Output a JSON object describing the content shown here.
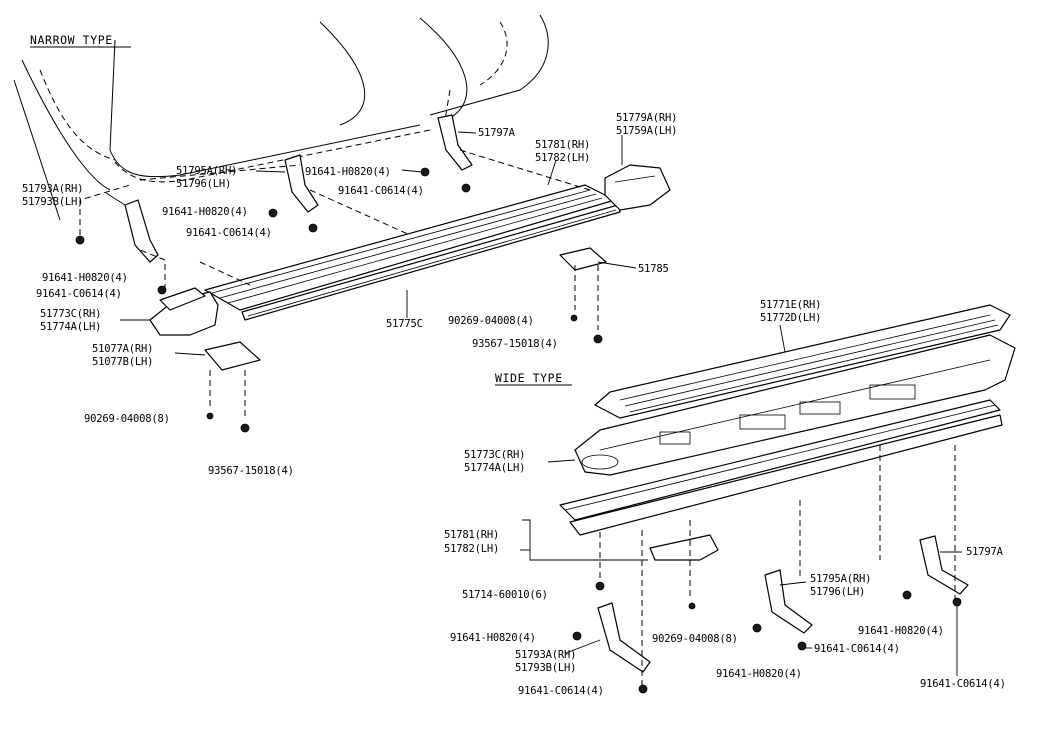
{
  "narrow": {
    "heading": "NARROW TYPE",
    "labels": [
      "51793A(RH)",
      "51793B(LH)",
      "91641-H0820(4)",
      "91641-C0614(4)",
      "51773C(RH)",
      "51774A(LH)",
      "51795A(RH)",
      "51796(LH)",
      "91641-H0820(4)",
      "91641-C0614(4)",
      "91641-H0820(4)",
      "91641-C0614(4)",
      "51797A",
      "51781(RH)",
      "51782(LH)",
      "51779A(RH)",
      "51759A(LH)",
      "51775C",
      "51785",
      "90269-04008(4)",
      "93567-15018(4)",
      "51077A(RH)",
      "51077B(LH)",
      "90269-04008(8)",
      "93567-15018(4)"
    ]
  },
  "wide": {
    "heading": "WIDE TYPE",
    "labels": [
      "51771E(RH)",
      "51772D(LH)",
      "51773C(RH)",
      "51774A(LH)",
      "51781(RH)",
      "51782(LH)",
      "51714-60010(6)",
      "91641-H0820(4)",
      "51793A(RH)",
      "51793B(LH)",
      "91641-C0614(4)",
      "90269-04008(8)",
      "51795A(RH)",
      "51796(LH)",
      "91641-H0820(4)",
      "91641-C0614(4)",
      "51797A",
      "91641-H0820(4)",
      "91641-C0614(4)"
    ]
  }
}
